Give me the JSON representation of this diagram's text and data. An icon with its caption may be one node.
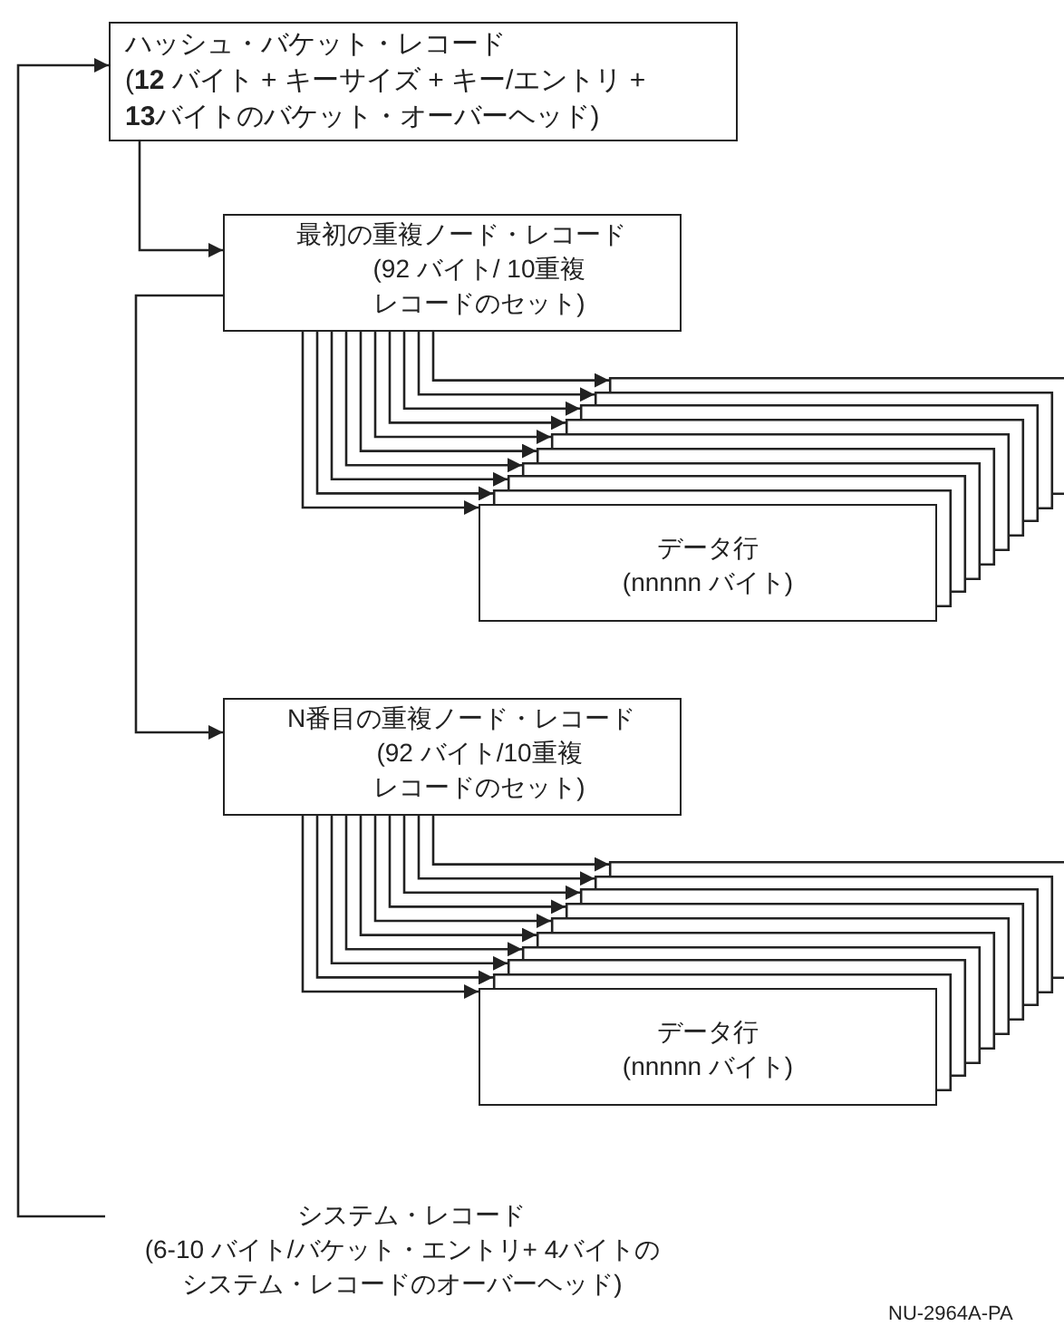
{
  "diagram": {
    "nodes": [
      {
        "text": [
          "ハッシュ・バケット・レコード",
          "(**12** バイト + キーサイズ + キー/エントリ + **13**バイトのバケット・オーバーヘッド)"
        ]
      },
      {
        "text": [
          "最初の重複ノード・レコード",
          "(92 バイト/ 10重複レコードのセット)"
        ]
      },
      {
        "text": [],
        "shape": "box"
      },
      {
        "text": [],
        "shape": "box"
      },
      {
        "text": [],
        "shape": "box"
      },
      {
        "text": [],
        "shape": "box"
      },
      {
        "text": [],
        "shape": "box"
      },
      {
        "text": [],
        "shape": "box"
      },
      {
        "text": [],
        "shape": "box"
      },
      {
        "text": [],
        "shape": "box"
      },
      {
        "text": [],
        "shape": "box"
      },
      {
        "text": [
          "データ行",
          "(nnnnn バイト)"
        ]
      },
      {
        "text": [
          "N番目の重複ノード・レコード",
          "(92 バイト/10重複レコードのセット)"
        ]
      },
      {
        "text": [],
        "shape": "box"
      },
      {
        "text": [],
        "shape": "box"
      },
      {
        "text": [],
        "shape": "box"
      },
      {
        "text": [],
        "shape": "box"
      },
      {
        "text": [],
        "shape": "box"
      },
      {
        "text": [],
        "shape": "box"
      },
      {
        "text": [],
        "shape": "box"
      },
      {
        "text": [],
        "shape": "box"
      },
      {
        "text": [],
        "shape": "box"
      },
      {
        "text": [
          "データ行",
          "(nnnnn バイト)"
        ]
      },
      {
        "text": [
          "システム・レコード",
          "(6-10 バイト/バケット・エントリ+ 4バイトのシステム・レコードのオーバーヘッド)"
        ]
      }
    ],
    "edges": [
      {
        "from": 23,
        "to": 0,
        "arrow": "to"
      },
      {
        "from": 0,
        "to": 1,
        "arrow": "to"
      },
      {
        "from": 1,
        "to": 12,
        "arrow": "to"
      },
      {
        "from": 1,
        "to": 2,
        "arrow": "to"
      },
      {
        "from": 1,
        "to": 3,
        "arrow": "to"
      },
      {
        "from": 1,
        "to": 4,
        "arrow": "to"
      },
      {
        "from": 1,
        "to": 5,
        "arrow": "to"
      },
      {
        "from": 1,
        "to": 6,
        "arrow": "to"
      },
      {
        "from": 1,
        "to": 7,
        "arrow": "to"
      },
      {
        "from": 1,
        "to": 8,
        "arrow": "to"
      },
      {
        "from": 1,
        "to": 9,
        "arrow": "to"
      },
      {
        "from": 1,
        "to": 10,
        "arrow": "to"
      },
      {
        "from": 1,
        "to": 11,
        "arrow": "to"
      },
      {
        "from": 12,
        "to": 13,
        "arrow": "to"
      },
      {
        "from": 12,
        "to": 14,
        "arrow": "to"
      },
      {
        "from": 12,
        "to": 15,
        "arrow": "to"
      },
      {
        "from": 12,
        "to": 16,
        "arrow": "to"
      },
      {
        "from": 12,
        "to": 17,
        "arrow": "to"
      },
      {
        "from": 12,
        "to": 18,
        "arrow": "to"
      },
      {
        "from": 12,
        "to": 19,
        "arrow": "to"
      },
      {
        "from": 12,
        "to": 20,
        "arrow": "to"
      },
      {
        "from": 12,
        "to": 21,
        "arrow": "to"
      },
      {
        "from": 12,
        "to": 22,
        "arrow": "to"
      }
    ],
    "labels": [
      "NU-2964A-PA"
    ]
  }
}
